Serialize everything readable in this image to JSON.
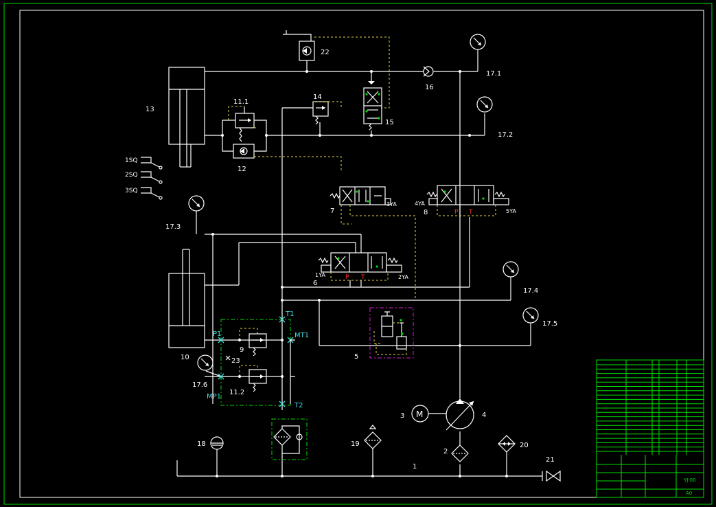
{
  "colors": {
    "background": "#000000",
    "line": "#ffffff",
    "pilot_dashed": "#e8d844",
    "frame": "#00e000",
    "port_marker": "#40e0e0",
    "group_box_5": "#d020d0",
    "port_letter": "#ff3030"
  },
  "labels": {
    "c22": "22",
    "c16": "16",
    "c17_1": "17.1",
    "c13": "13",
    "c11_1": "11.1",
    "c14": "14",
    "c15": "15",
    "c17_2": "17.2",
    "c12": "12",
    "sq1": "1SQ",
    "sq2": "2SQ",
    "sq3": "3SQ",
    "c7": "7",
    "ya3": "3YA",
    "ya4": "4YA",
    "c8": "8",
    "ya5": "5YA",
    "c17_3": "17.3",
    "ya1": "1YA",
    "c6": "6",
    "ya2": "2YA",
    "c17_4": "17.4",
    "c17_5": "17.5",
    "c10": "10",
    "c9": "9",
    "c5": "5",
    "c23": "23",
    "c17_6": "17.6",
    "c11_2": "11.2",
    "c3": "3",
    "motor": "M",
    "c4": "4",
    "c18": "18",
    "c19": "19",
    "c2": "2",
    "c20": "20",
    "c1": "1",
    "c21": "21",
    "p_letter": "P",
    "t_letter": "T"
  },
  "ports": {
    "t1": "T1",
    "p1": "P1",
    "mt1": "MT1",
    "mp1": "MP1",
    "t2": "T2"
  },
  "title_block": {
    "drawing_no": "YJ-00",
    "sheet": "A0"
  }
}
